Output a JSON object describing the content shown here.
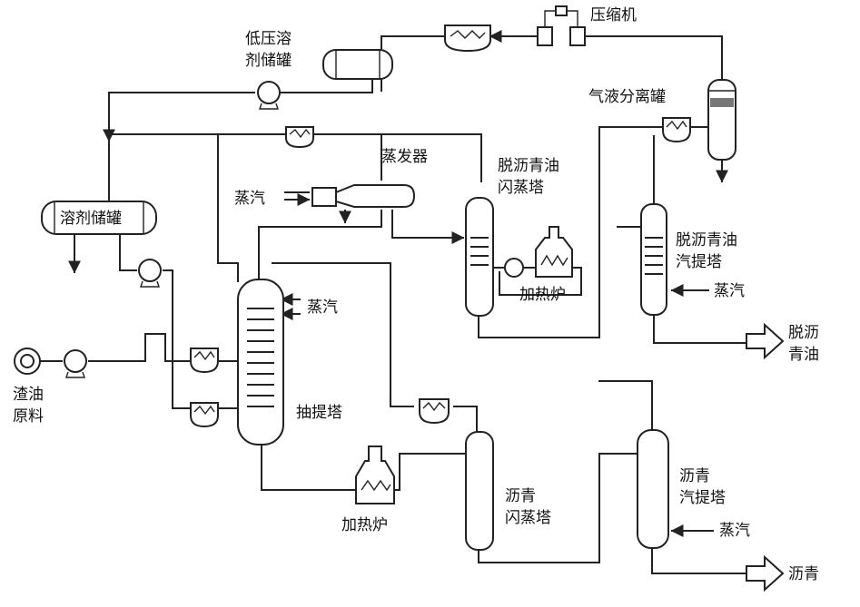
{
  "labels": {
    "compressor": "压缩机",
    "low_pressure_tank_line1": "低压溶",
    "low_pressure_tank_line2": "剂储罐",
    "gas_liquid_separator": "气液分离罐",
    "evaporator": "蒸发器",
    "steam_evaporator": "蒸汽",
    "dao_flash_line1": "脱沥青油",
    "dao_flash_line2": "闪蒸塔",
    "solvent_tank": "溶剂储罐",
    "heater_top": "加热炉",
    "dao_stripper_line1": "脱沥青油",
    "dao_stripper_line2": "汽提塔",
    "steam_extractor": "蒸汽",
    "steam_dao_stripper": "蒸汽",
    "product_dao_line1": "脱沥",
    "product_dao_line2": "青油",
    "feed_line1": "渣油",
    "feed_line2": "原料",
    "extractor": "抽提塔",
    "heater_bottom": "加热炉",
    "asphalt_flash_line1": "沥青",
    "asphalt_flash_line2": "闪蒸塔",
    "asphalt_stripper_line1": "沥青",
    "asphalt_stripper_line2": "汽提塔",
    "steam_asphalt_stripper": "蒸汽",
    "product_asphalt": "沥青"
  }
}
